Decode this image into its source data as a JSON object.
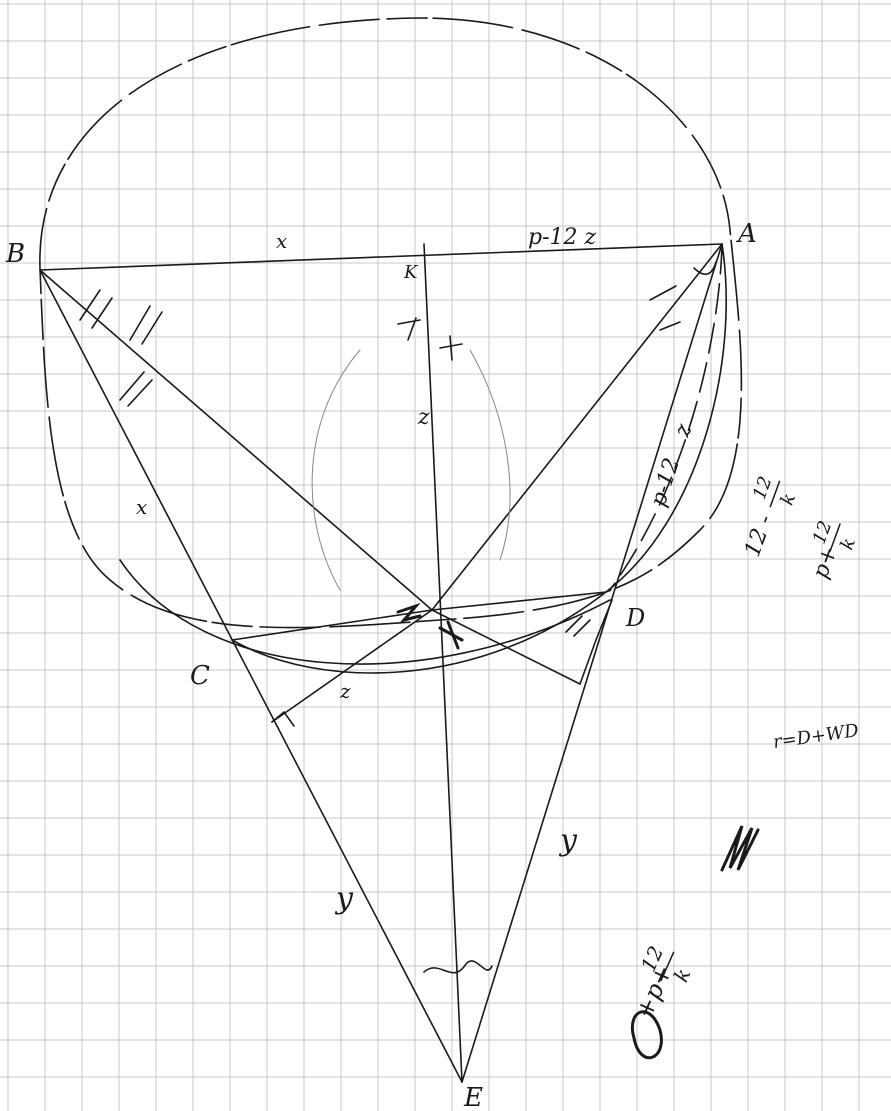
{
  "points": {
    "A": "A",
    "B": "B",
    "C": "C",
    "D": "D",
    "E": "E",
    "K": "K"
  },
  "segment_labels": {
    "x_top": "x",
    "x_left": "x",
    "p12z_top": "p-12  z",
    "p12z_right": "p-12",
    "z_right": "z",
    "z_vertical": "z",
    "z_small": "z",
    "y_left": "y",
    "y_right": "y"
  },
  "notes": {
    "margin_expr_a_num": "12",
    "margin_expr_a_prefix": "12 -",
    "margin_expr_a_den": "k",
    "margin_expr_b_prefix": "p+",
    "margin_expr_b_num": "12",
    "margin_expr_b_den": "k",
    "rule": "r=D+WD",
    "bottom_expr_prefix": "+p+",
    "bottom_expr_num": "12",
    "bottom_expr_den": "k"
  },
  "colors": {
    "ink": "#1a1a1a",
    "grid": "#c9c9c9",
    "paper": "#ffffff"
  }
}
